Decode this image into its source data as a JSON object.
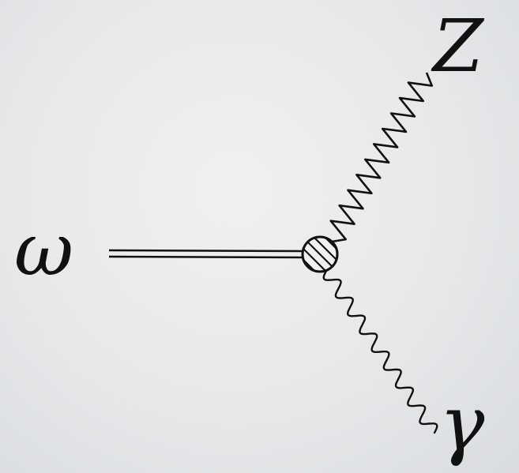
{
  "diagram": {
    "incoming_particle": {
      "label": "ω",
      "line_style": "double"
    },
    "outgoing_particles": [
      {
        "label": "Z",
        "line_style": "zigzag"
      },
      {
        "label": "γ",
        "line_style": "wavy"
      }
    ],
    "vertex": {
      "style": "hatched-circle"
    }
  },
  "colors": {
    "background": "#e8eaec",
    "ink": "#111111"
  }
}
